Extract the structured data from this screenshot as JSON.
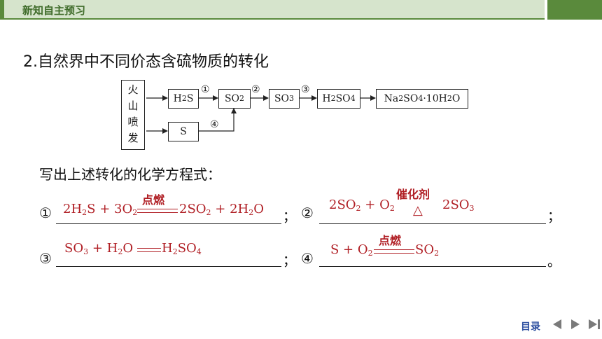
{
  "header": {
    "title": "新知自主预习"
  },
  "section": {
    "title": "2.自然界中不同价态含硫物质的转化"
  },
  "diagram": {
    "source_chars": [
      "火",
      "山",
      "喷",
      "发"
    ],
    "steps": [
      "①",
      "②",
      "③",
      "④"
    ]
  },
  "prompt": "写出上述转化的化学方程式：",
  "equations": [
    {
      "num": "①",
      "condition": "点燃",
      "end": "；"
    },
    {
      "num": "②",
      "condition": "催化剂",
      "heat": "△",
      "end": "；"
    },
    {
      "num": "③",
      "end": "；"
    },
    {
      "num": "④",
      "condition": "点燃",
      "end": "。"
    }
  ],
  "nav": {
    "label": "目录"
  }
}
